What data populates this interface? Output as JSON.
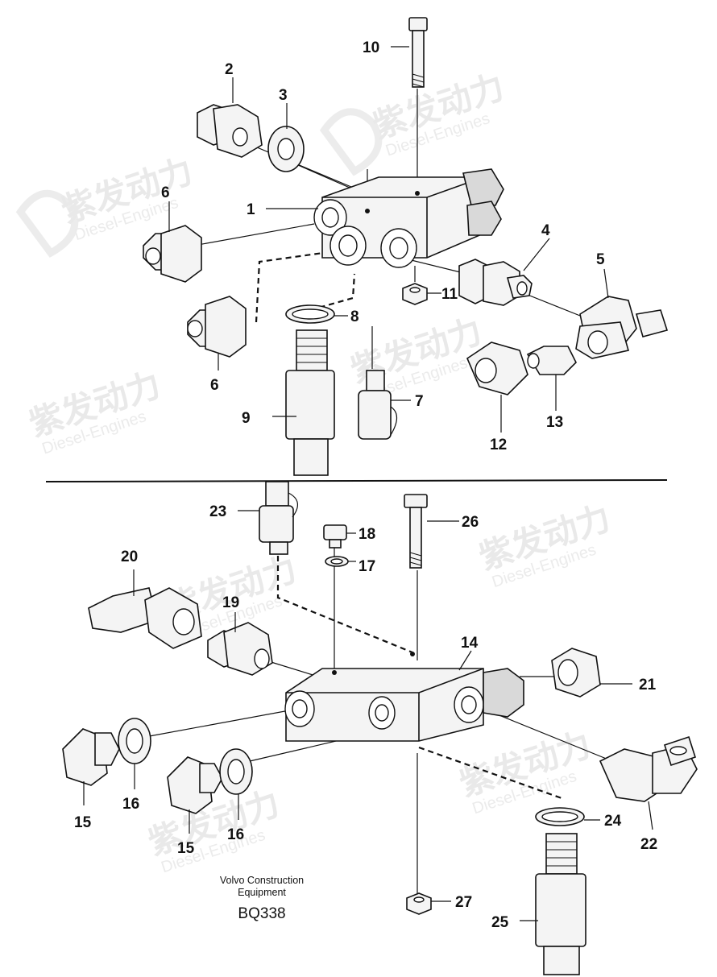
{
  "watermark": {
    "brand": "紫发动力",
    "sub": "Diesel-Engines"
  },
  "caption": {
    "line1": "Volvo Construction",
    "line2": "Equipment",
    "code": "BQ338"
  },
  "callouts": {
    "c1": "1",
    "c2": "2",
    "c3": "3",
    "c4": "4",
    "c5": "5",
    "c6a": "6",
    "c6b": "6",
    "c7": "7",
    "c8": "8",
    "c9": "9",
    "c10": "10",
    "c11": "11",
    "c12": "12",
    "c13": "13",
    "c14": "14",
    "c15a": "15",
    "c15b": "15",
    "c16a": "16",
    "c16b": "16",
    "c17": "17",
    "c18": "18",
    "c19": "19",
    "c20": "20",
    "c21": "21",
    "c22": "22",
    "c23": "23",
    "c24": "24",
    "c25": "25",
    "c26": "26",
    "c27": "27"
  }
}
